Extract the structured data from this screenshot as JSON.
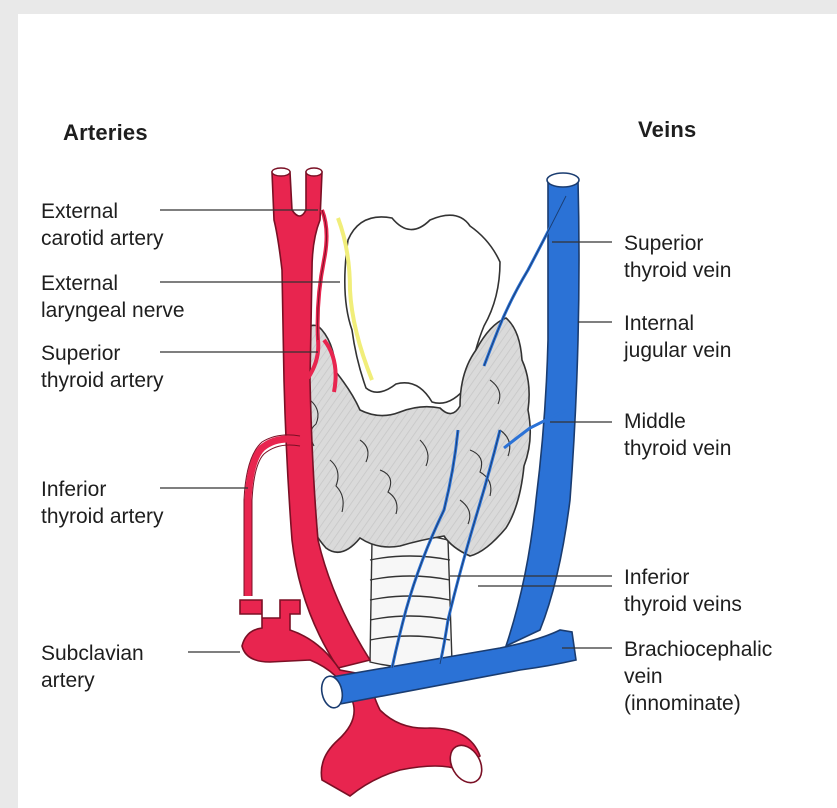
{
  "headers": {
    "arteries": "Arteries",
    "veins": "Veins"
  },
  "left_labels": {
    "external_carotid_artery": {
      "line1": "External",
      "line2": "carotid artery"
    },
    "external_laryngeal_nerve": {
      "line1": "External",
      "line2": "laryngeal nerve"
    },
    "superior_thyroid_artery": {
      "line1": "Superior",
      "line2": "thyroid artery"
    },
    "inferior_thyroid_artery": {
      "line1": "Inferior",
      "line2": "thyroid artery"
    },
    "subclavian_artery": {
      "line1": "Subclavian",
      "line2": "artery"
    }
  },
  "right_labels": {
    "superior_thyroid_vein": {
      "line1": "Superior",
      "line2": "thyroid vein"
    },
    "internal_jugular_vein": {
      "line1": "Internal",
      "line2": "jugular vein"
    },
    "middle_thyroid_vein": {
      "line1": "Middle",
      "line2": "thyroid vein"
    },
    "inferior_thyroid_veins": {
      "line1": "Inferior",
      "line2": "thyroid veins"
    },
    "brachiocephalic_vein": {
      "line1": "Brachiocephalic",
      "line2": "vein",
      "line3": "(innominate)"
    }
  },
  "colors": {
    "artery": "#e8254f",
    "vein": "#2b72d6",
    "nerve": "#f1ee7a",
    "thyroid": "#d9d9d9",
    "cartilage": "#ffffff",
    "outline": "#333333"
  }
}
